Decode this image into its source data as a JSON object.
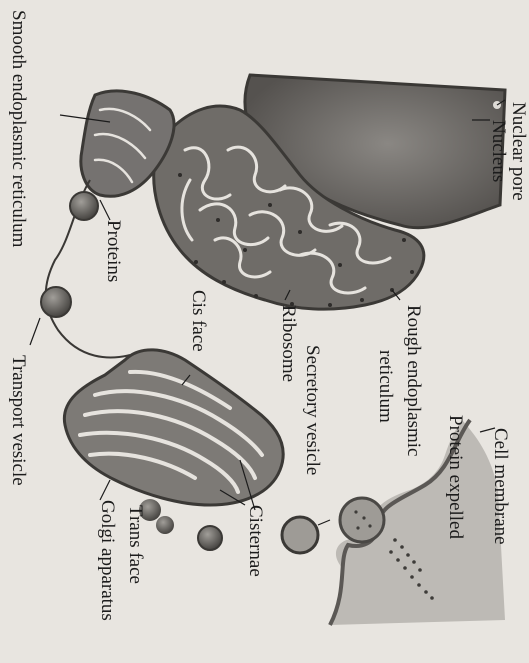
{
  "labels": {
    "nuclear_pore": "Nuclear pore",
    "nucleus": "Nucleus",
    "rough_er_line1": "Rough endoplasmic",
    "rough_er_line2": "reticulum",
    "ribosome": "Ribosome",
    "secretory_vesicle": "Secretory vesicle",
    "cis_face": "Cis face",
    "proteins": "Proteins",
    "smooth_er": "Smooth endoplasmic reticulum",
    "transport_vesicle": "Transport vesicle",
    "golgi_apparatus": "Golgi apparatus",
    "trans_face": "Trans face",
    "cisternae": "Cisternae",
    "protein_expelled": "Protein expelled",
    "cell_membrane": "Cell membrane"
  },
  "colors": {
    "page": "#e8e5e0",
    "organelle_fill": "#7a7773",
    "organelle_dark": "#4a4845",
    "nucleus_fill": "#6c6966",
    "cell_fill": "#b8b5b0",
    "membrane_line": "#e9e6e1",
    "text": "#1c1c1c"
  }
}
